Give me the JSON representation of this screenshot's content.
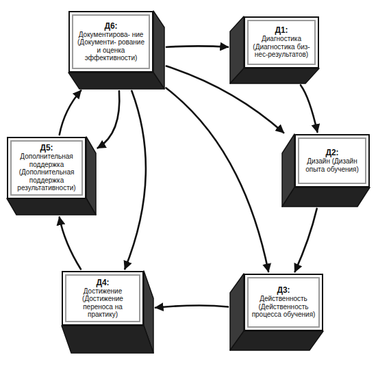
{
  "diagram": {
    "nodes": [
      {
        "text": [
          "Д1:",
          "Диагностика (Диагностика биз- нес-результатов)"
        ]
      },
      {
        "text": [
          "Д2:",
          "Дизайн (Дизайн опыта обучения)"
        ]
      },
      {
        "text": [
          "Д3:",
          "Действенность (Действенность процесса обучения)"
        ]
      },
      {
        "text": [
          "Д4:",
          "Достижение (Достижение переноса на практику)"
        ]
      },
      {
        "text": [
          "Д5:",
          "Дополнительная поддержка (Дополнительная поддержка результативности)"
        ]
      },
      {
        "text": [
          "Д6:",
          "Документирова- ние (Документи- рование и оценка эффективности)"
        ]
      }
    ],
    "edges": [
      {
        "from": 5,
        "to": 0,
        "arrow": "to"
      },
      {
        "from": 0,
        "to": 1,
        "arrow": "to"
      },
      {
        "from": 1,
        "to": 2,
        "arrow": "to"
      },
      {
        "from": 2,
        "to": 3,
        "arrow": "to"
      },
      {
        "from": 3,
        "to": 4,
        "arrow": "to"
      },
      {
        "from": 4,
        "to": 5,
        "arrow": "to"
      },
      {
        "from": 5,
        "to": 1,
        "arrow": "to"
      },
      {
        "from": 5,
        "to": 2,
        "arrow": "to"
      },
      {
        "from": 5,
        "to": 3,
        "arrow": "to"
      },
      {
        "from": 5,
        "to": 4,
        "arrow": "to"
      }
    ]
  }
}
